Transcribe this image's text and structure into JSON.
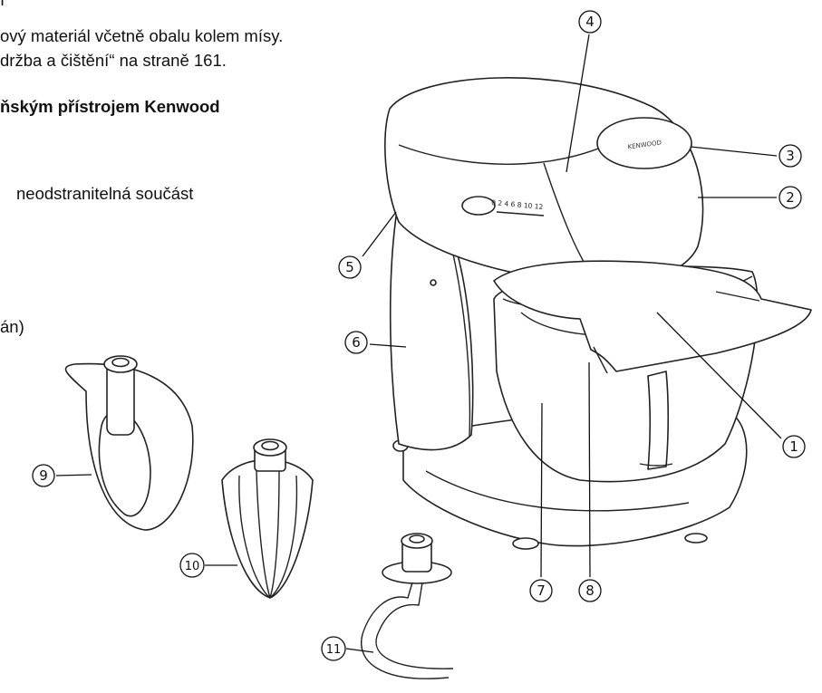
{
  "text_lines": {
    "line0": "ı",
    "line1": "ový materiál včetně obalu kolem mísy.",
    "line2": "držba a čištění“ na straně 161.",
    "line3": "ňským přístrojem Kenwood",
    "line4": "neodstranitelná součást",
    "line5": "án)"
  },
  "brand_label": "KENWOOD",
  "speed_marks": "0 2 4 6 8 10 12",
  "callouts": {
    "c1": "1",
    "c2": "2",
    "c3": "3",
    "c4": "4",
    "c5": "5",
    "c6": "6",
    "c7": "7",
    "c8": "8",
    "c9": "9",
    "c10": "10",
    "c11": "11"
  }
}
